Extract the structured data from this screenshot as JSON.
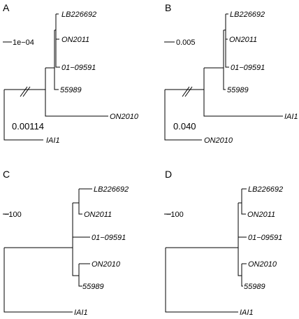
{
  "panels": [
    {
      "letter": "A",
      "scale_bar_label": "1e−04",
      "long_branch_label": "0.00114",
      "taxa": [
        "LB226692",
        "ON2011",
        "01−09591",
        "55989",
        "ON2010",
        "IAI1"
      ],
      "broken_branch": true
    },
    {
      "letter": "B",
      "scale_bar_label": "0.005",
      "long_branch_label": "0.040",
      "taxa": [
        "LB226692",
        "ON2011",
        "01−09591",
        "55989",
        "IAI1",
        "ON2010"
      ],
      "broken_branch": true
    },
    {
      "letter": "C",
      "scale_bar_label": "−100",
      "taxa": [
        "LB226692",
        "ON2011",
        "01−09591",
        "ON2010",
        "55989",
        "IAI1"
      ],
      "broken_branch": false
    },
    {
      "letter": "D",
      "scale_bar_label": "−100",
      "taxa": [
        "LB226692",
        "ON2011",
        "01−09591",
        "ON2010",
        "55989",
        "IAI1"
      ],
      "broken_branch": false
    }
  ]
}
